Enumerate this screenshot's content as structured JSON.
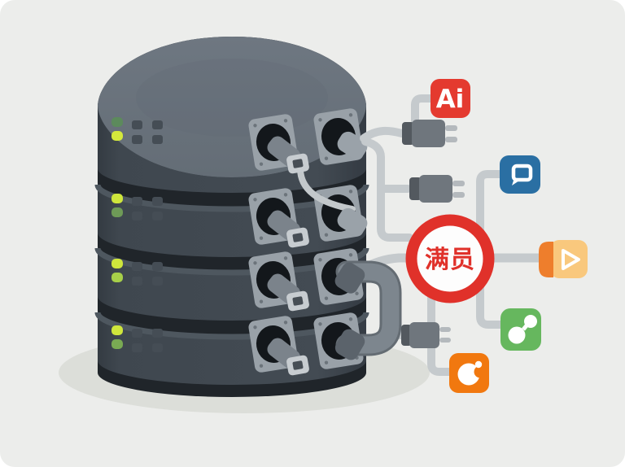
{
  "palette": {
    "background": "#ecedeb",
    "cable": "#c5cacd",
    "cable_thin": "#c3c8cb",
    "cylinder_gap": "#20252a",
    "cylinder_band": "#3e464e",
    "cylinder_top": "#6a737c",
    "ground_shadow": "#dcded9",
    "pipe": "#7d868e",
    "port_plate": "#99a1a8",
    "port_hole": "#13171b"
  },
  "badge": {
    "label": "满员",
    "ring_color": "#e0312a",
    "face_color": "#fdfdfd"
  },
  "icons": {
    "ai": {
      "label": "Ai",
      "bg": "#e43a2f"
    },
    "chat": {
      "bg": "#2a6fa3"
    },
    "play": {
      "bg": "#f9c87d",
      "cap": "#ee7e2c"
    },
    "share": {
      "bg": "#66b75e"
    },
    "pie": {
      "bg": "#f1780f"
    }
  },
  "database": {
    "segment_count": 4,
    "ports_per_segment": 2,
    "leds": [
      {
        "top": "#5c8a5c",
        "bottom": "#d4e93c"
      },
      {
        "top": "#cfe63c",
        "bottom": "#6e9a57"
      },
      {
        "top": "#cfe63c",
        "bottom": "#a7cf49"
      },
      {
        "top": "#cfe63c",
        "bottom": "#79aa53"
      }
    ]
  },
  "plugs": {
    "count": 3,
    "body": "#6f767d",
    "cap": "#53595f",
    "prong": "#b4b9bd"
  }
}
